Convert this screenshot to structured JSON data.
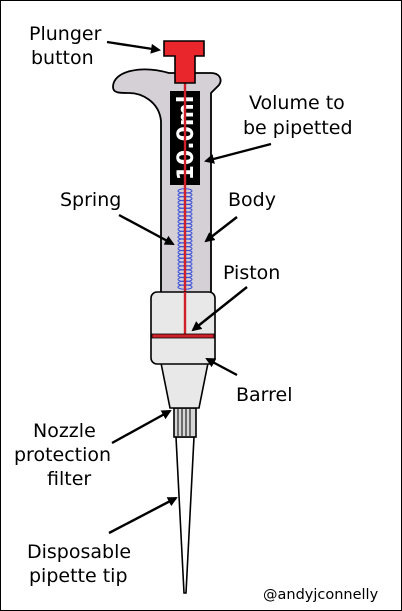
{
  "labels": {
    "plunger_button": [
      "Plunger",
      "button"
    ],
    "volume_to_be_pipetted": [
      "Volume to",
      "be pipetted"
    ],
    "spring": "Spring",
    "body": "Body",
    "piston": "Piston",
    "barrel": "Barrel",
    "nozzle_protection_filter": [
      "Nozzle",
      "protection",
      "filter"
    ],
    "disposable_pipette_tip": [
      "Disposable",
      "pipette tip"
    ]
  },
  "volume_display": "10.0ml",
  "credit": "@andyjconnelly",
  "colors": {
    "plunger": "#e8262b",
    "piston": "#d0202a",
    "spring": "#3a4fd8",
    "body": "#d4d0d6",
    "barrel": "#e8e8e8",
    "display": "#000000"
  }
}
